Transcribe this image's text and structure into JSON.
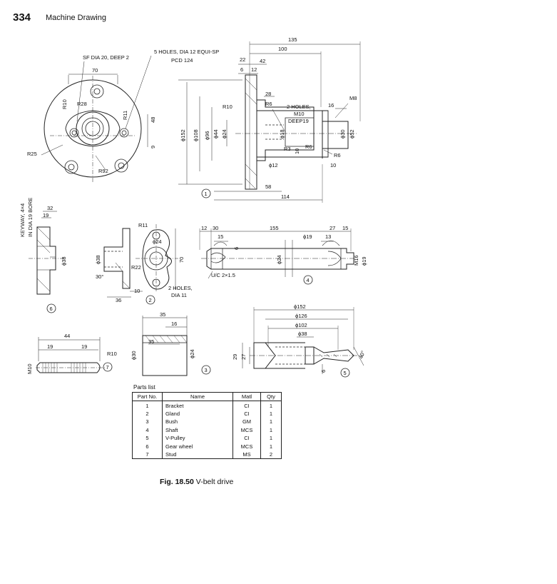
{
  "header": {
    "page_number": "334",
    "running_title": "Machine Drawing"
  },
  "bracket": {
    "dims": [
      "135",
      "100",
      "22",
      "42",
      "6",
      "12",
      "28",
      "16",
      "M8",
      "R10",
      "R6",
      "2 HOLES,",
      "M10",
      "DEEP19",
      "ϕ152",
      "ϕ108",
      "ϕ96",
      "ϕ44",
      "ϕ24",
      "ϕ18",
      "ϕ30",
      "ϕ52",
      "R3",
      "10",
      "R6",
      "R6",
      "10",
      "ϕ12",
      "58",
      "114"
    ],
    "flange_dims": [
      "SF DIA 20, DEEP 2",
      "5 HOLES, DIA 12 EQUI-SP",
      "PCD 124",
      "70",
      "R28",
      "R10",
      "R11",
      "48",
      "9",
      "R25",
      "R92"
    ],
    "balloon": "1"
  },
  "gland": {
    "dims": [
      "R11",
      "ϕ24",
      "ϕ38",
      "R22",
      "70",
      "30°",
      "10",
      "2 HOLES,",
      "DIA 11",
      "36"
    ],
    "balloon": "2"
  },
  "bush": {
    "dims": [
      "35",
      "16",
      "35",
      "ϕ30",
      "ϕ24"
    ],
    "balloon": "3"
  },
  "shaft": {
    "dims": [
      "12",
      "30",
      "155",
      "27",
      "15",
      "ϕ19",
      "13",
      "15",
      "6",
      "ϕ24",
      "M16",
      "ϕ19",
      "U/C 2×1.5"
    ],
    "balloon": "4"
  },
  "pulley": {
    "dims": [
      "ϕ152",
      "ϕ126",
      "ϕ102",
      "ϕ38",
      "29",
      "27",
      "6",
      "40°"
    ],
    "balloon": "5"
  },
  "gear_wheel": {
    "dims": [
      "KEYWAY, 4×4",
      "IN DIA 19 BORE",
      "32",
      "19",
      "ϕ38"
    ],
    "balloon": "6"
  },
  "stud": {
    "dims": [
      "44",
      "19",
      "19",
      "R10",
      "M10"
    ],
    "balloon": "7"
  },
  "parts_list": {
    "label": "Parts list",
    "headers": [
      "Part No.",
      "Name",
      "Matl",
      "Qty"
    ],
    "rows": [
      [
        "1",
        "Bracket",
        "CI",
        "1"
      ],
      [
        "2",
        "Gland",
        "CI",
        "1"
      ],
      [
        "3",
        "Bush",
        "GM",
        "1"
      ],
      [
        "4",
        "Shaft",
        "MCS",
        "1"
      ],
      [
        "5",
        "V-Pulley",
        "CI",
        "1"
      ],
      [
        "6",
        "Gear wheel",
        "MCS",
        "1"
      ],
      [
        "7",
        "Stud",
        "MS",
        "2"
      ]
    ]
  },
  "caption": {
    "fig": "Fig. 18.50",
    "text": " V-belt drive"
  }
}
